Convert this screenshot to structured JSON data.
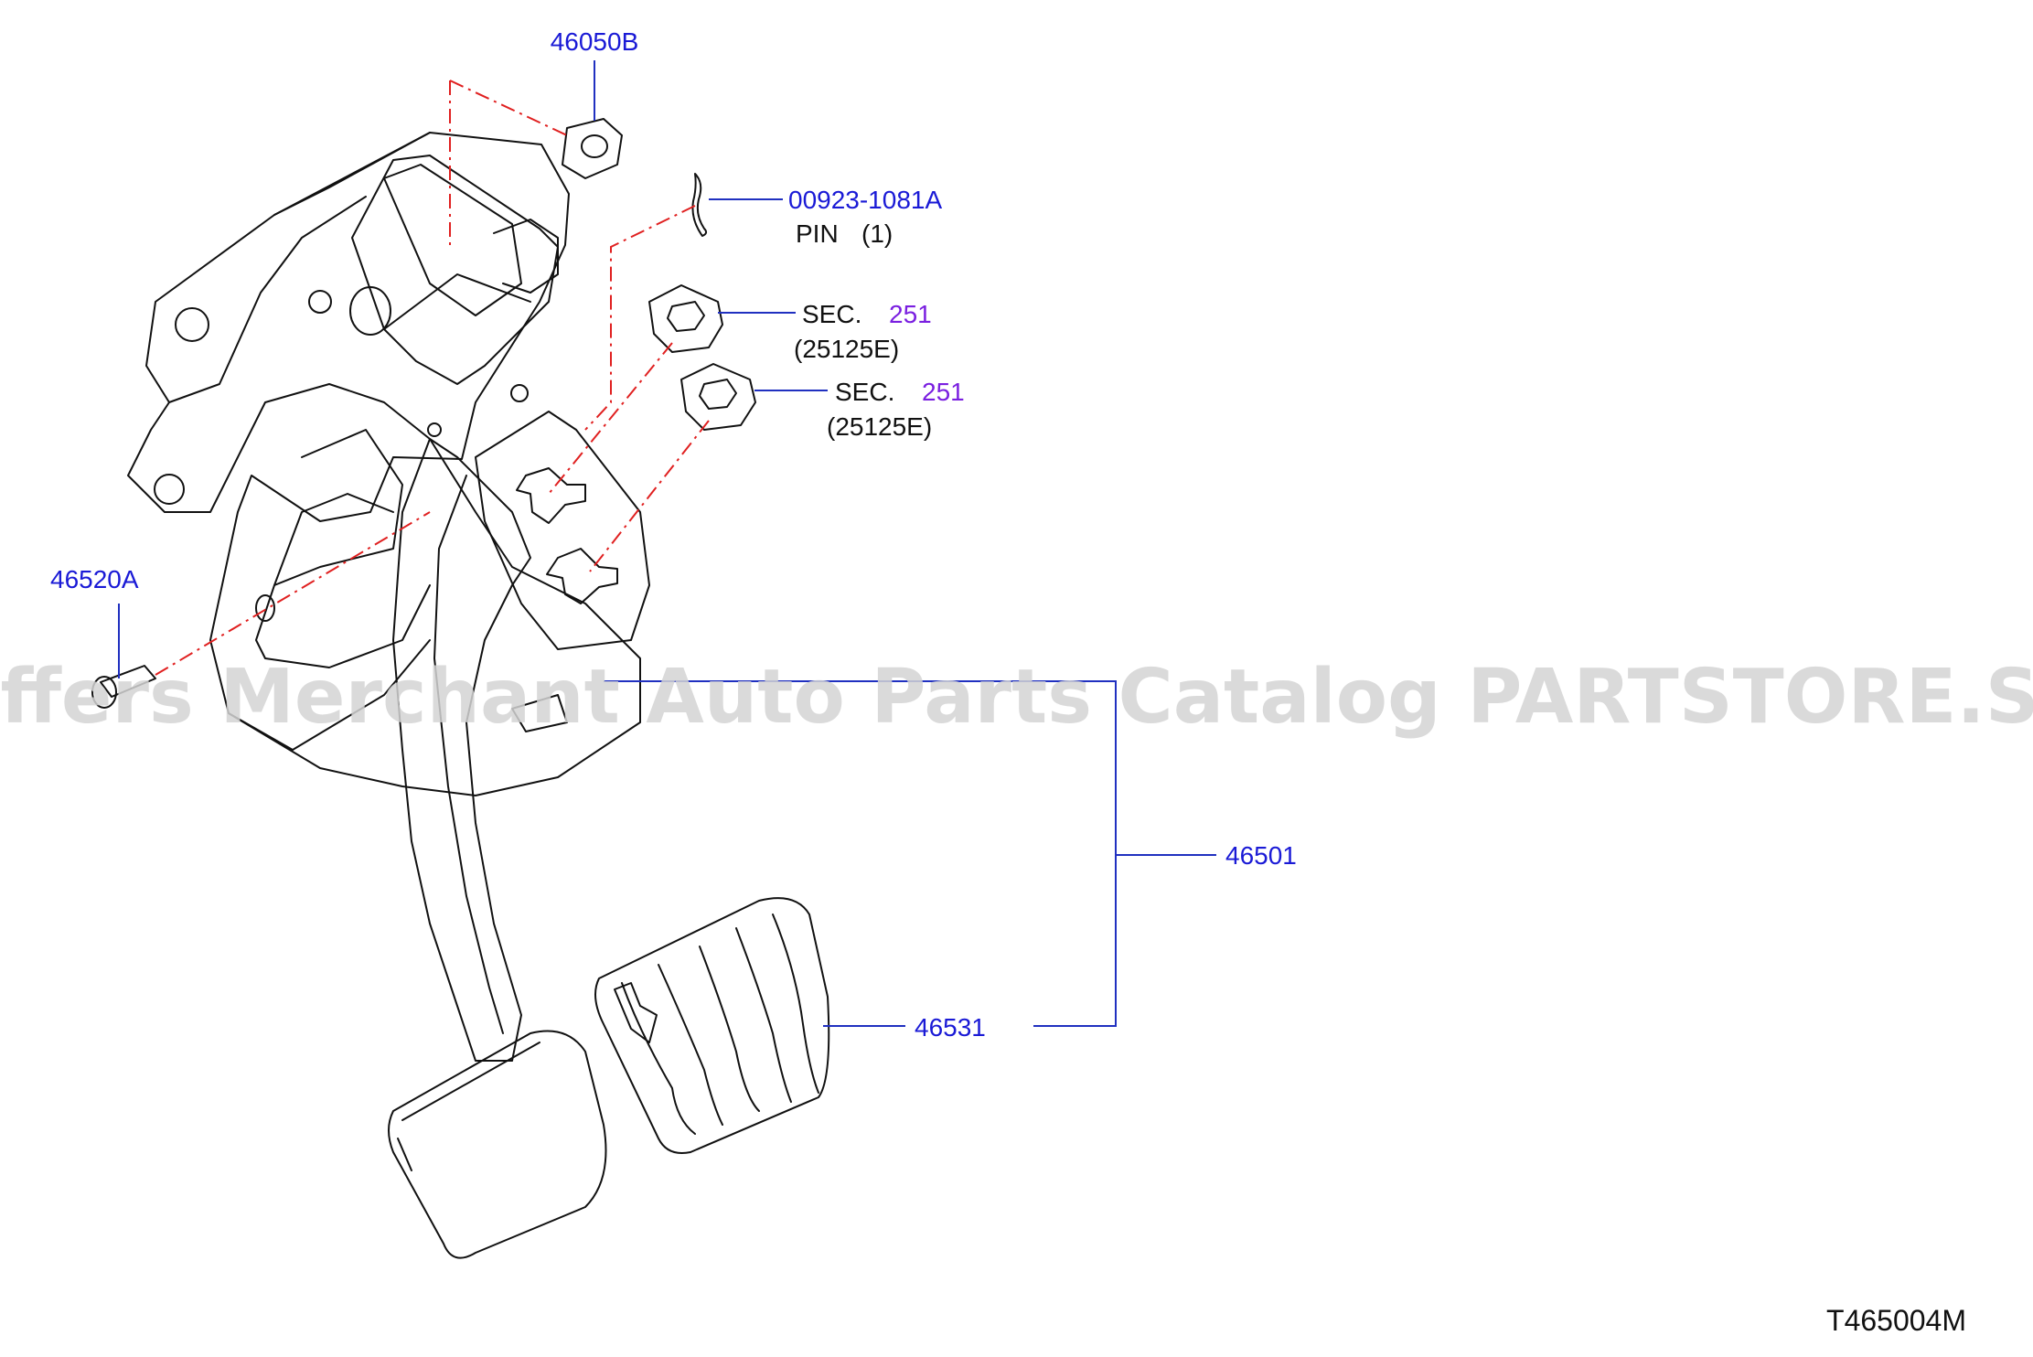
{
  "colors": {
    "part_link": "#1a1ad6",
    "section_link": "#7a1fe0",
    "text": "#111111",
    "red_dash": "#e02020",
    "leader": "#2030c0",
    "watermark": "#d4d4d4"
  },
  "callouts": {
    "nut": "46050B",
    "pin": "00923-1081A",
    "pin_desc": "PIN",
    "pin_qty": "(1)",
    "sec_label": "SEC.",
    "sec_number": "251",
    "switch_code": "(25125E)",
    "clevis_pin": "46520A",
    "pedal_assy": "46501",
    "pedal_pad": "46531"
  },
  "watermark": "Offers Merchant Auto Parts Catalog PARTSTORE.SA",
  "diagram_code": "T465004M"
}
